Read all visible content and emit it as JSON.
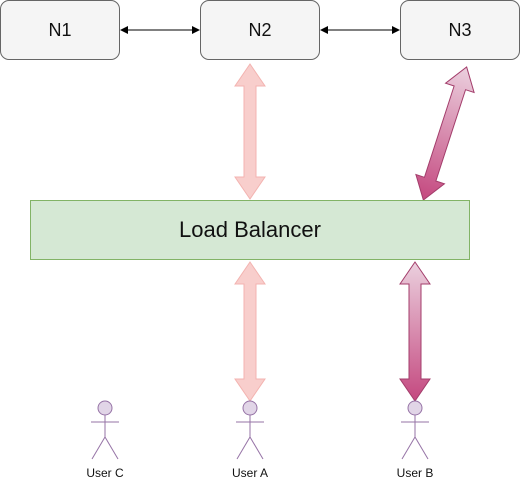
{
  "nodes": [
    {
      "id": "n1",
      "label": "N1"
    },
    {
      "id": "n2",
      "label": "N2"
    },
    {
      "id": "n3",
      "label": "N3"
    }
  ],
  "load_balancer": {
    "label": "Load Balancer"
  },
  "users": [
    {
      "id": "user-c",
      "label": "User C"
    },
    {
      "id": "user-a",
      "label": "User A"
    },
    {
      "id": "user-b",
      "label": "User B"
    }
  ],
  "colors": {
    "node_fill": "#f5f5f5",
    "node_stroke": "#666666",
    "lb_fill": "#d5e8d4",
    "lb_stroke": "#82b366",
    "user_fill": "#e1d5e7",
    "user_stroke": "#9673a6",
    "arrow_light_fill": "#f8cecc",
    "arrow_light_stroke": "#f3b3b0",
    "arrow_pink_fill": "#e6b3cc",
    "arrow_pink_stroke": "#c06090"
  }
}
